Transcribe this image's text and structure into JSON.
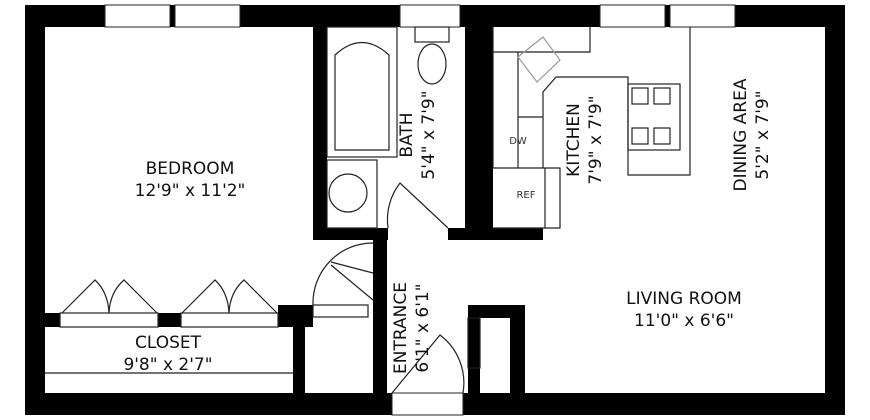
{
  "rooms": {
    "bedroom": {
      "name": "BEDROOM",
      "size": "12'9\" x 11'2\""
    },
    "bath": {
      "name": "BATH",
      "size": "5'4\" x 7'9\""
    },
    "kitchen": {
      "name": "KITCHEN",
      "size": "7'9\" x 7'9\""
    },
    "dining": {
      "name": "DINING AREA",
      "size": "5'2\" x 7'9\""
    },
    "living": {
      "name": "LIVING ROOM",
      "size": "11'0\" x 6'6\""
    },
    "entrance": {
      "name": "ENTRANCE",
      "size": "6'1\" x 6'1\""
    },
    "closet": {
      "name": "CLOSET",
      "size": "9'8\" x 2'7\""
    }
  },
  "appliances": {
    "dishwasher": "DW",
    "refrigerator": "REF"
  },
  "colors": {
    "wall": "#000000",
    "line": "#222222",
    "background": "#ffffff"
  }
}
